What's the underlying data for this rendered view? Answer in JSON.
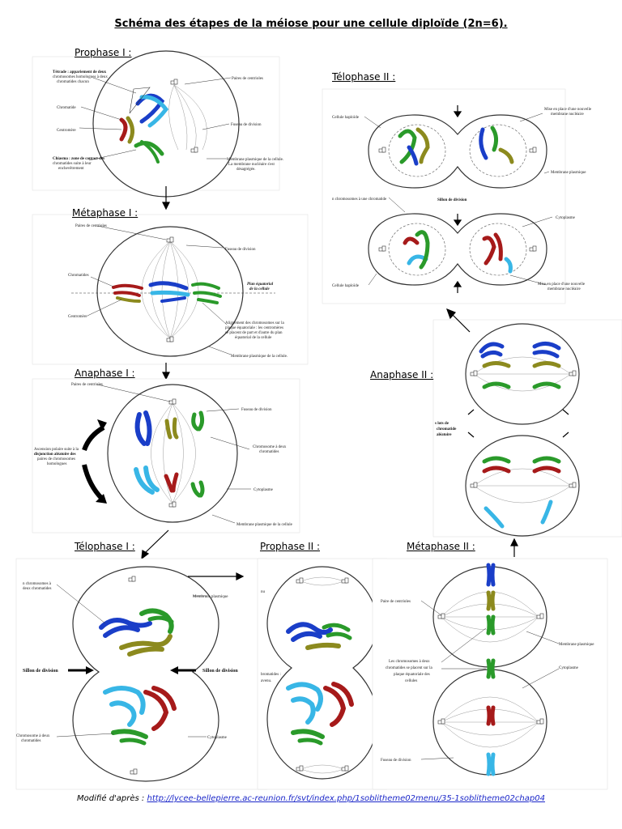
{
  "title": "Schéma des étapes de la méiose pour une cellule diploïde (2n=6).",
  "colors": {
    "blue": "#1a3ec8",
    "cyan": "#38b6e6",
    "olive": "#8c8a1e",
    "red": "#a61a1a",
    "green": "#2a9a2a",
    "line": "#333333"
  },
  "stages": {
    "prophase1": {
      "title": "Prophase I :",
      "tetrade": "Tétrade : appariement de deux",
      "tetrade2": "chromosomes homologues à deux",
      "tetrade3": "chromatides chacun",
      "chromatide": "Chromatide",
      "centromere": "Centromère",
      "chiasma": "Chiasma : zone de contact des",
      "chiasma2": "chromatides suite à leur",
      "chiasma3": "enchevêtrement",
      "paires": "Paires de centrioles",
      "fuseau": "Fuseau de division",
      "membrane1": "Membrane plasmique de la cellule.",
      "membrane2": "La membrane nucléaire s'est",
      "membrane3": "désagrégée."
    },
    "metaphase1": {
      "title": "Métaphase I :",
      "paires": "Paires de centrioles",
      "fuseau": "Fuseau de division",
      "chromatides": "Chromatides",
      "plan1": "Plan équatorial",
      "plan2": "de la cellule",
      "centromere": "Centromère",
      "align1": "Alignement des chromosomes sur la",
      "align2": "plaque équatoriale : les centromères",
      "align3": "se placent de part et d'autre du plan",
      "align4": "équatorial de la cellule",
      "membrane": "Membrane plasmique de la cellule."
    },
    "anaphase1": {
      "title": "Anaphase I :",
      "paires": "Paires de centrioles",
      "fuseau": "Fuseau de division",
      "ascension1": "Ascension polaire suite à la",
      "ascension2": "disjonction aléatoire des",
      "ascension3": "paires de chromosomes",
      "ascension4": "homologues",
      "chromosome1": "Chromosome à deux",
      "chromosome2": "chromatides",
      "cytoplasme": "Cytoplasme",
      "membrane": "Membrane plasmique de la cellule"
    },
    "telophase1": {
      "title": "Télophase I :",
      "nchrom1": "n chromosomes à",
      "nchrom2": "deux chromatides",
      "membrane": "Membrane plasmique",
      "sillon": "Sillon de division",
      "chromosome1": "Chromosome à deux",
      "chromosome2": "chromatides",
      "cytoplasme": "Cytoplasme"
    },
    "prophase2": {
      "title": "Prophase II :",
      "nu": "nu",
      "bromatides": "bromatides :",
      "avenu": "avenu."
    },
    "metaphase2": {
      "title": "Métaphase II :",
      "paire": "Paire de centrioles",
      "membrane": "Membrane plasmique",
      "chrom1": "Les chromosomes à deux",
      "chrom2": "chromatides se placent sur la",
      "chrom3": "plaque équatoriale des",
      "chrom4": "cellules",
      "cytoplasme": "Cytoplasme",
      "fuseau": "Fuseau de division"
    },
    "anaphase2": {
      "title": "Anaphase II :",
      "lots1": "s lots de",
      "lots2": "chromatide",
      "lots3": "aléatoire"
    },
    "telophase2": {
      "title": "Télophase II :",
      "haploide": "Cellule haploïde",
      "mise1": "Mise en place d'une nouvelle",
      "mise2": "membrane nucléaire",
      "membrane": "Membrane plasmique",
      "nchrom": "n chromosomes à une chromatide",
      "sillon": "Sillon de division",
      "cytoplasme": "Cytoplasme",
      "haploide2": "Cellule haploïde",
      "mise3": "Mise en place d'une nouvelle",
      "mise4": "membrane nucléaire"
    }
  },
  "credit": {
    "prefix": "Modifié d'après : ",
    "link": "http://lycee-bellepierre.ac-reunion.fr/svt/index.php/1soblitheme02menu/35-1soblitheme02chap04"
  }
}
